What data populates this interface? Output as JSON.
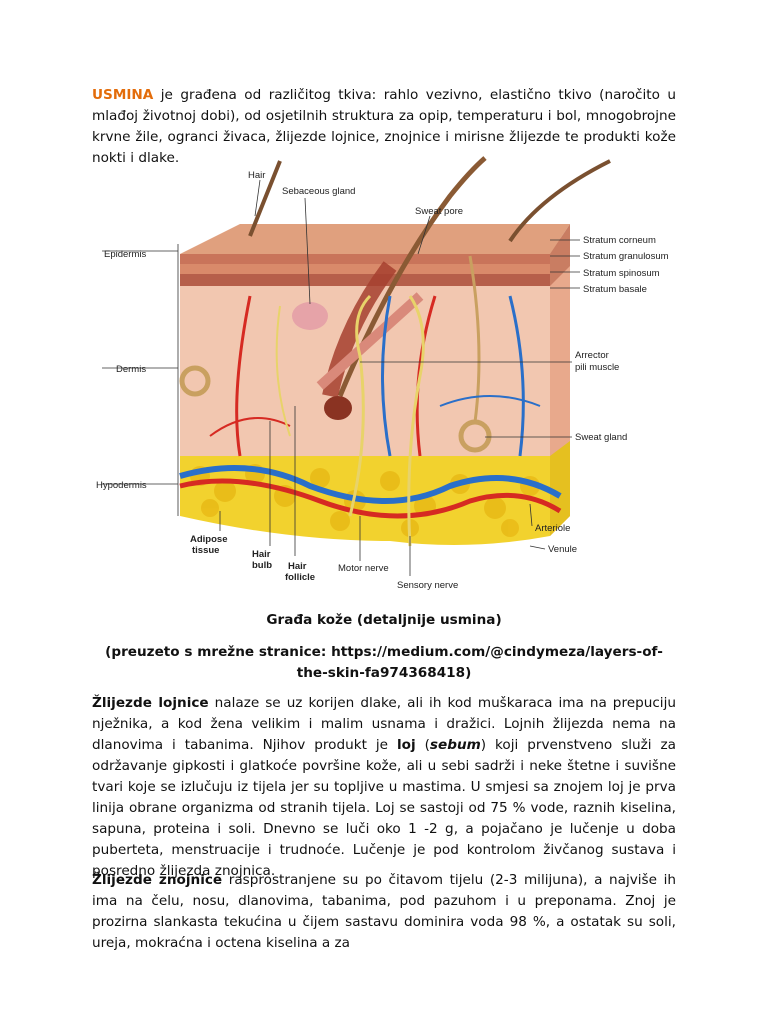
{
  "intro": {
    "highlight": "USMINA",
    "text": " je građena od različitog tkiva: rahlo vezivno, elastično tkivo (naročito u mlađoj životnoj dobi), od osjetilnih struktura za opip, temperaturu i bol,  mnogobrojne krvne žile, ogranci živaca, žlijezde lojnice, znojnice i mirisne žlijezde te produkti kože nokti i dlake."
  },
  "figure": {
    "labels": {
      "hair": "Hair",
      "sebaceous_gland": "Sebaceous gland",
      "sweat_pore": "Sweat pore",
      "stratum_corneum": "Stratum corneum",
      "stratum_granulosum": "Stratum granulosum",
      "stratum_spinosum": "Stratum spinosum",
      "stratum_basale": "Stratum basale",
      "epidermis": "Epidermis",
      "dermis": "Dermis",
      "hypodermis": "Hypodermis",
      "arrector_1": "Arrector",
      "arrector_2": "pili muscle",
      "sweat_gland": "Sweat gland",
      "arteriole": "Arteriole",
      "venule": "Venule",
      "adipose_1": "Adipose",
      "adipose_2": "tissue",
      "hair_bulb_1": "Hair",
      "hair_bulb_2": "bulb",
      "hair_follicle_1": "Hair",
      "hair_follicle_2": "follicle",
      "motor_nerve": "Motor nerve",
      "sensory_nerve": "Sensory nerve"
    }
  },
  "caption": {
    "title": "Građa kože (detaljnije usmina)",
    "source": "(preuzeto s mrežne stranice: https://medium.com/@cindymeza/layers-of-the-skin-fa974368418)"
  },
  "para2": {
    "t1": "Žlijezde lojnice",
    "t2": " nalaze se uz korijen dlake, ali ih kod muškaraca ima na prepuciju nježnika, a kod žena velikim i malim usnama i dražici. Lojnih žlijezda nema na dlanovima i tabanima. Njihov produkt je ",
    "t3": "loj",
    "t4": " (",
    "t5": "sebum",
    "t6": ") koji prvenstveno služi za održavanje gipkosti i glatkoće površine kože, ali u sebi sadrži i neke štetne i suvišne tvari koje se izlučuju iz tijela jer su topljive u mastima. U smjesi sa znojem loj je prva linija obrane organizma od stranih tijela. Loj se sastoji od 75 % vode, raznih kiselina, sapuna, proteina i soli. Dnevno se luči oko 1 -2 g, a pojačano je lučenje u doba puberteta, menstruacije i trudnoće. Lučenje je pod kontrolom živčanog sustava  i posredno žlijezda znojnica."
  },
  "para3": {
    "t1": "Žlijezde znojnice",
    "t2": " rasprostranjene su po čitavom tijelu (2-3 milijuna), a najviše ih ima na čelu, nosu, dlanovima, tabanima, pod pazuhom i u preponama. Znoj je prozirna slankasta tekućina u čijem sastavu dominira voda 98 %,  a ostatak su soli, ureja, mokraćna i octena kiselina a za"
  },
  "colors": {
    "accent": "#e36c0a",
    "epidermis": "#d98a6a",
    "dermis": "#f2c7b0",
    "fat": "#f2d22e",
    "artery": "#d62a22",
    "vein": "#2a6fc9",
    "nerve": "#e8d36a"
  }
}
